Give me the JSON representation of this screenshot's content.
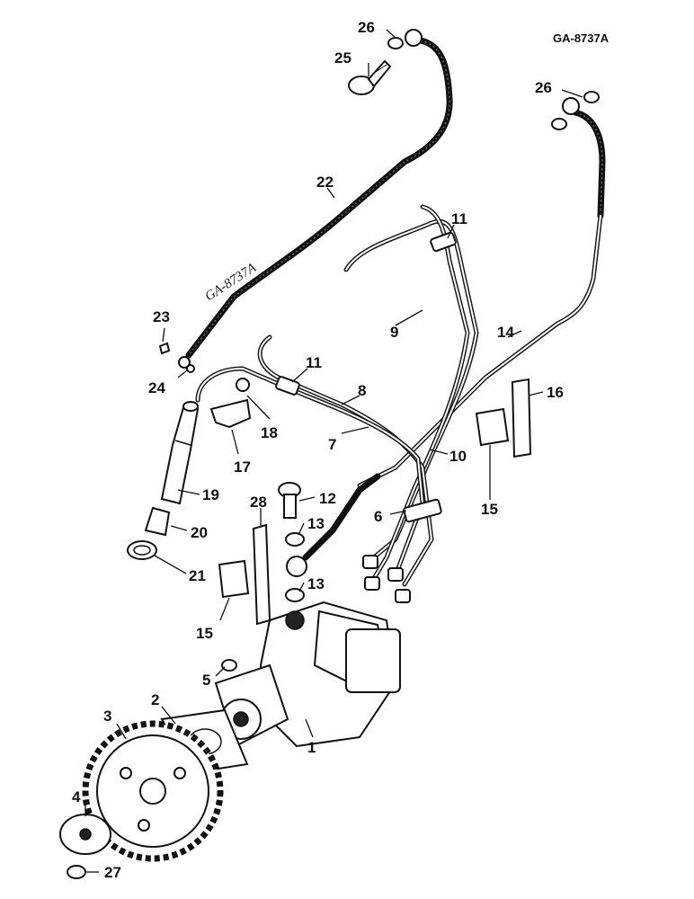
{
  "figure_code": "GA-8737A",
  "handwritten_code": "GA-8737A",
  "callouts": {
    "c1": "1",
    "c2": "2",
    "c3": "3",
    "c4": "4",
    "c5": "5",
    "c6": "6",
    "c7": "7",
    "c8": "8",
    "c9": "9",
    "c10": "10",
    "c11a": "11",
    "c11b": "11",
    "c12": "12",
    "c13a": "13",
    "c13b": "13",
    "c14": "14",
    "c15a": "15",
    "c15b": "15",
    "c16": "16",
    "c17": "17",
    "c18": "18",
    "c19": "19",
    "c20": "20",
    "c21": "21",
    "c22": "22",
    "c23": "23",
    "c24": "24",
    "c25": "25",
    "c26a": "26",
    "c26b": "26",
    "c27": "27",
    "c28": "28"
  }
}
